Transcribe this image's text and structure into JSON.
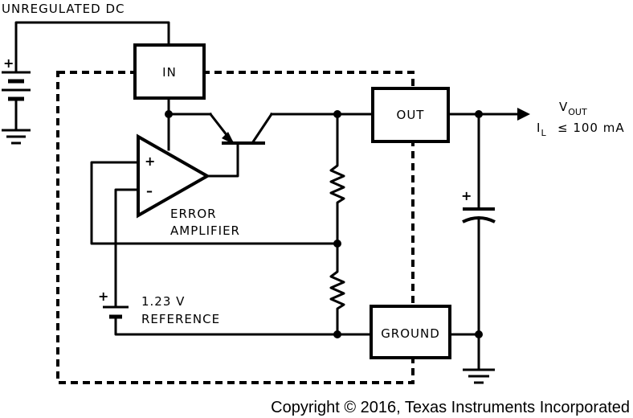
{
  "labels": {
    "unregulated_dc": "UNREGULATED DC",
    "in_block": "IN",
    "out_block": "OUT",
    "ground_block": "GROUND",
    "v_out_main": "V",
    "v_out_sub": "OUT",
    "i_l_main": "I",
    "i_l_sub": "L",
    "i_l_value": "≤ 100 mA",
    "error_amplifier_line1": "ERROR",
    "error_amplifier_line2": "AMPLIFIER",
    "reference_voltage": "1.23 V",
    "reference_label": "REFERENCE",
    "plus": "+",
    "minus": "–"
  },
  "copyright": "Copyright © 2016, Texas Instruments Incorporated"
}
